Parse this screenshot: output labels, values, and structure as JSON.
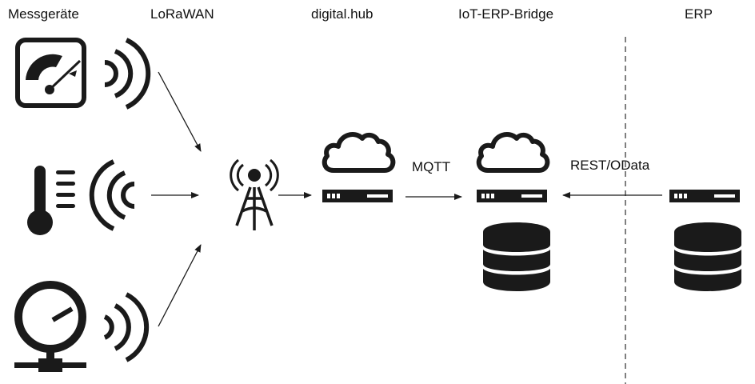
{
  "columns": {
    "devices": "Messgeräte",
    "lorawan": "LoRaWAN",
    "hub": "digital.hub",
    "bridge": "IoT-ERP-Bridge",
    "erp": "ERP"
  },
  "protocols": {
    "hub_to_bridge": "MQTT",
    "erp_to_bridge": "REST/OData"
  },
  "devices": [
    {
      "name": "gauge-meter",
      "icon": "speedometer-icon"
    },
    {
      "name": "thermometer",
      "icon": "thermometer-icon"
    },
    {
      "name": "pressure-gauge",
      "icon": "pressure-gauge-icon"
    }
  ],
  "colors": {
    "ink": "#1a1a1a",
    "divider": "#555555",
    "background": "#ffffff"
  }
}
